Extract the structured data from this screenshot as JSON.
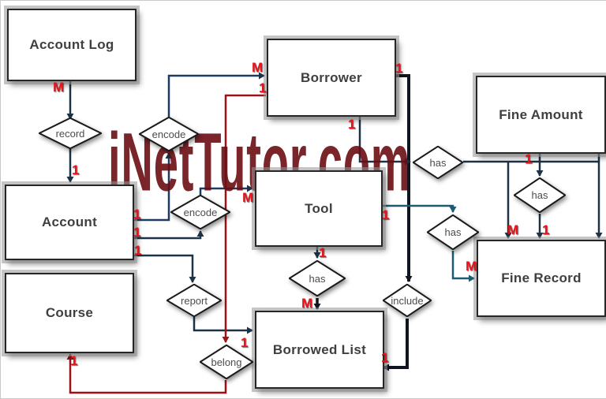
{
  "watermark": {
    "text": "iNetTutor.com",
    "color": "#6b0e13"
  },
  "colors": {
    "cardinality": "#e8131b",
    "line_dark": "#1c3347",
    "line_black": "#10161f",
    "line_red": "#9d1117",
    "line_teal": "#1d5b70",
    "entity_border": "#262626"
  },
  "entities": [
    {
      "label": "Account Log"
    },
    {
      "label": "Account"
    },
    {
      "label": "Course"
    },
    {
      "label": "Borrower"
    },
    {
      "label": "Tool"
    },
    {
      "label": "Borrowed List"
    },
    {
      "label": "Fine Amount"
    },
    {
      "label": "Fine Record"
    }
  ],
  "relationships": [
    {
      "label": "record"
    },
    {
      "label": "encode"
    },
    {
      "label": "encode"
    },
    {
      "label": "report"
    },
    {
      "label": "belong"
    },
    {
      "label": "has"
    },
    {
      "label": "has"
    },
    {
      "label": "has"
    },
    {
      "label": "has"
    },
    {
      "label": "include"
    }
  ],
  "cardinalities": [
    {
      "text": "M"
    },
    {
      "text": "1"
    },
    {
      "text": "1"
    },
    {
      "text": "1"
    },
    {
      "text": "1"
    },
    {
      "text": "M"
    },
    {
      "text": "1"
    },
    {
      "text": "1"
    },
    {
      "text": "1"
    },
    {
      "text": "M"
    },
    {
      "text": "1"
    },
    {
      "text": "1"
    },
    {
      "text": "M"
    },
    {
      "text": "1"
    },
    {
      "text": "1"
    },
    {
      "text": "1"
    },
    {
      "text": "1"
    },
    {
      "text": "M"
    },
    {
      "text": "1"
    },
    {
      "text": "M"
    }
  ]
}
